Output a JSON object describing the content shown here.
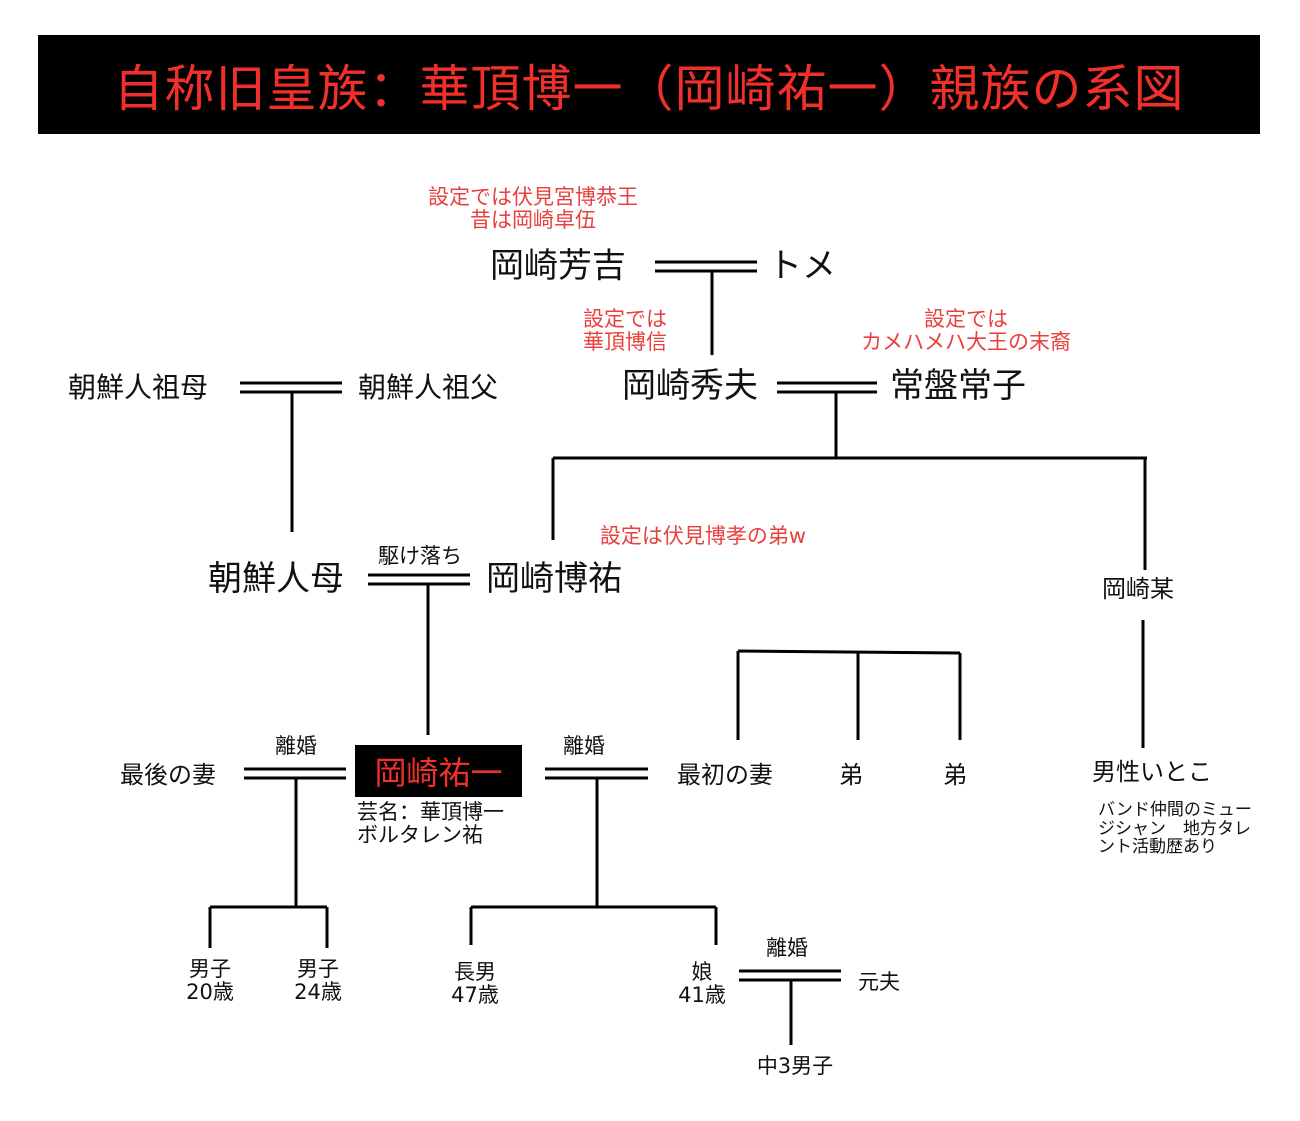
{
  "title": "自称旧皇族：華頂博一（岡崎祐一）親族の系図",
  "notes": {
    "yoshikichi_1": "設定では伏見宮博恭王",
    "yoshikichi_2": "昔は岡崎卓伍",
    "hideo_1": "設定では",
    "hideo_2": "華頂博信",
    "tsuneko_1": "設定では",
    "tsuneko_2": "カメハメハ大王の末裔",
    "hirosuke": "設定は伏見博孝の弟w"
  },
  "people": {
    "yoshikichi": "岡崎芳吉",
    "tome": "トメ",
    "hideo": "岡崎秀夫",
    "tsuneko": "常盤常子",
    "korean_grandmother": "朝鮮人祖母",
    "korean_grandfather": "朝鮮人祖父",
    "korean_mother": "朝鮮人母",
    "hirosuke": "岡崎博祐",
    "okazaki_bou": "岡崎某",
    "cousin": "男性いとこ",
    "cousin_note_1": "バンド仲間のミュー",
    "cousin_note_2": "ジシャン　地方タレ",
    "cousin_note_3": "ント活動歴あり",
    "yuichi": "岡崎祐一",
    "yuichi_note_1": "芸名：華頂博一",
    "yuichi_note_2": "ボルタレン祐",
    "last_wife": "最後の妻",
    "first_wife": "最初の妻",
    "brother_1": "弟",
    "brother_2": "弟",
    "son_a_1": "男子",
    "son_a_2": "20歳",
    "son_b_1": "男子",
    "son_b_2": "24歳",
    "eldest_son_1": "長男",
    "eldest_son_2": "47歳",
    "daughter_1": "娘",
    "daughter_2": "41歳",
    "ex_husband": "元夫",
    "grandson": "中3男子"
  },
  "relations": {
    "elopement": "駆け落ち",
    "divorce_last": "離婚",
    "divorce_first": "離婚",
    "divorce_daughter": "離婚"
  }
}
